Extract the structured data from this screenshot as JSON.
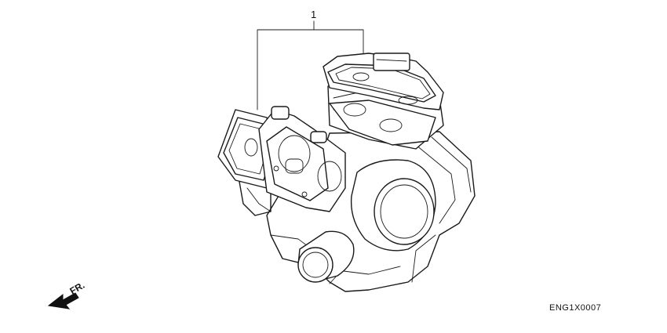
{
  "diagram": {
    "callout_number": "1",
    "direction_label": "FR.",
    "drawing_code": "ENG1X0007"
  }
}
